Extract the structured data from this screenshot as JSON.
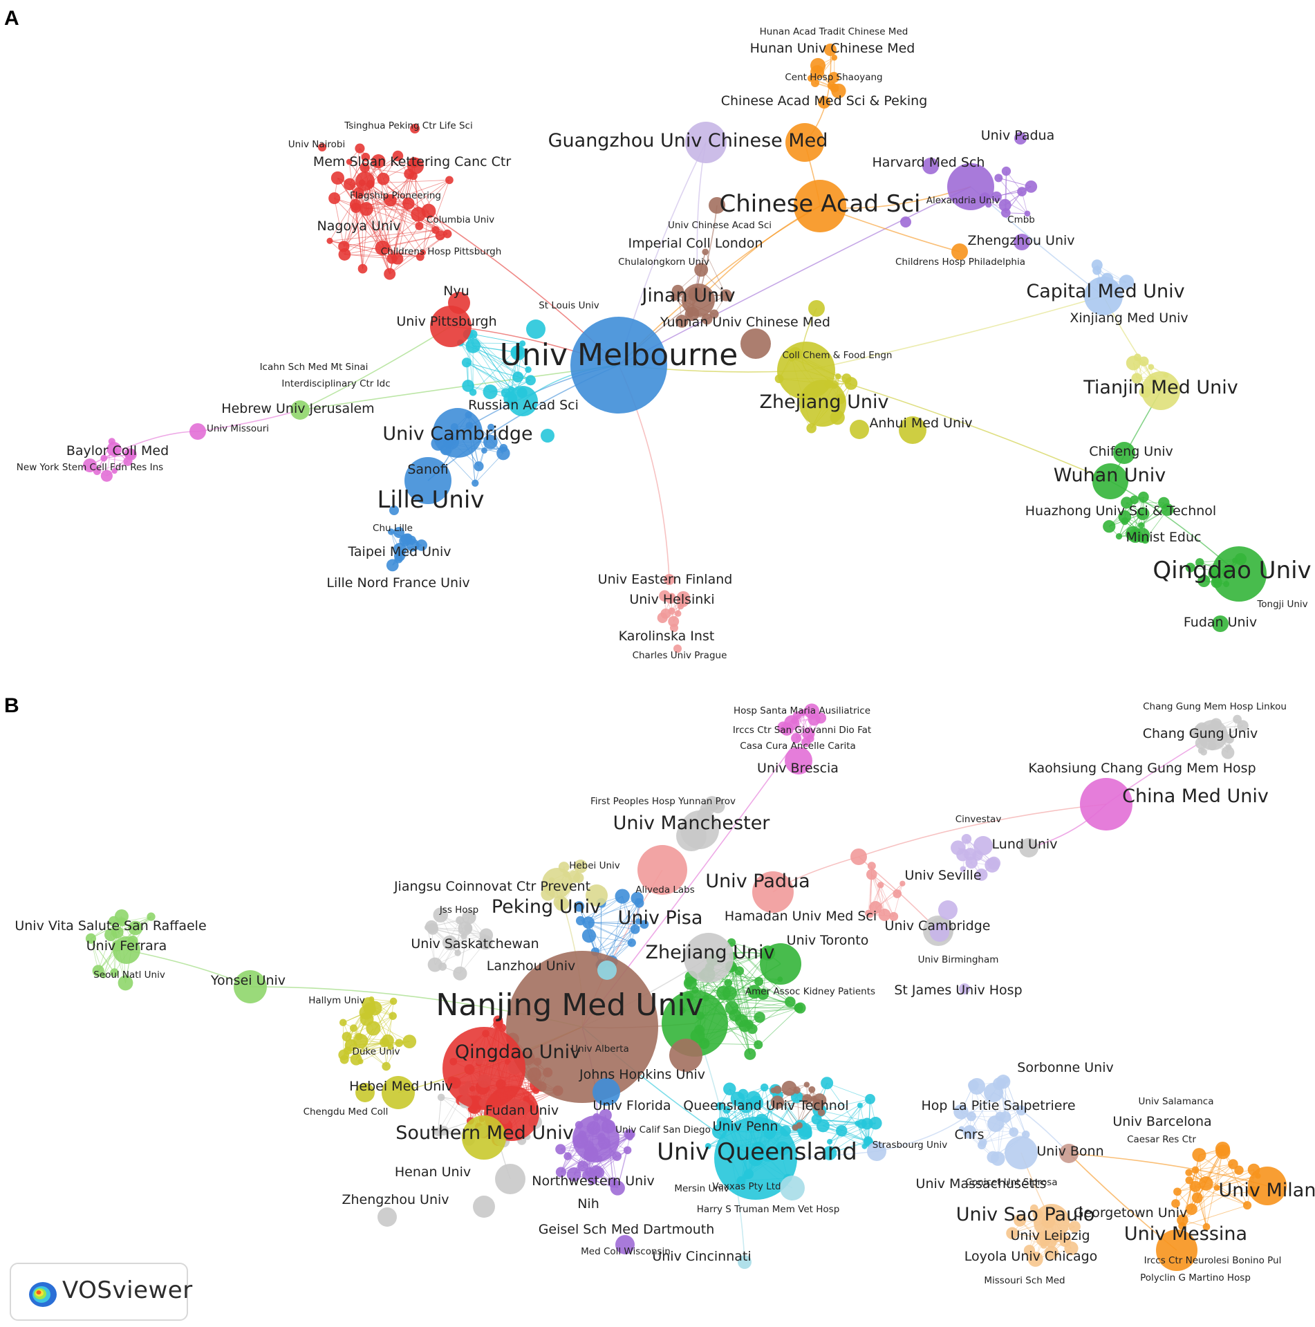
{
  "panels": [
    {
      "letter": "A",
      "colors": {
        "red": "#e53935",
        "orange": "#f7941d",
        "purple": "#9e6bd6",
        "blue": "#3f8ed8",
        "cyan": "#26c6da",
        "brown": "#a3705f",
        "yellow": "#c9c92e",
        "green": "#34b53a",
        "lightgreen": "#8fd66b",
        "pink": "#e26fd6",
        "salmon": "#f19a9a",
        "lavender": "#c7b6e6",
        "lightblue": "#aac8ef",
        "paleyellow": "#dfe07a"
      },
      "labels": [
        {
          "text": "Hunan Acad Tradit Chinese Med",
          "size": "s"
        },
        {
          "text": "Hunan Univ Chinese Med",
          "size": "m"
        },
        {
          "text": "Cent Hosp Shaoyang",
          "size": "s"
        },
        {
          "text": "Chinese Acad Med Sci & Peking",
          "size": "m"
        },
        {
          "text": "Guangzhou Univ Chinese Med",
          "size": "l"
        },
        {
          "text": "Univ Padua",
          "size": "m"
        },
        {
          "text": "Harvard Med Sch",
          "size": "m"
        },
        {
          "text": "Tsinghua Peking Ctr Life Sci",
          "size": "s"
        },
        {
          "text": "Univ Nairobi",
          "size": "s"
        },
        {
          "text": "Mem Sloan Kettering Canc Ctr",
          "size": "m"
        },
        {
          "text": "Flagship Pioneering",
          "size": "s"
        },
        {
          "text": "Columbia Univ",
          "size": "s"
        },
        {
          "text": "Nagoya Univ",
          "size": "m"
        },
        {
          "text": "Childrens Hosp Pittsburgh",
          "size": "s"
        },
        {
          "text": "Chinese Acad Sci",
          "size": "xl"
        },
        {
          "text": "Alexandria Univ",
          "size": "s"
        },
        {
          "text": "Cmbb",
          "size": "s"
        },
        {
          "text": "Univ Chinese Acad Sci",
          "size": "s"
        },
        {
          "text": "Imperial Coll London",
          "size": "m"
        },
        {
          "text": "Zhengzhou Univ",
          "size": "m"
        },
        {
          "text": "Chulalongkorn Univ",
          "size": "s"
        },
        {
          "text": "Childrens Hosp Philadelphia",
          "size": "s"
        },
        {
          "text": "Capital Med Univ",
          "size": "l"
        },
        {
          "text": "Nyu",
          "size": "m"
        },
        {
          "text": "Jinan Univ",
          "size": "l"
        },
        {
          "text": "St Louis Univ",
          "size": "s"
        },
        {
          "text": "Xinjiang Med Univ",
          "size": "m"
        },
        {
          "text": "Yunnan Univ Chinese Med",
          "size": "m"
        },
        {
          "text": "Univ Pittsburgh",
          "size": "m"
        },
        {
          "text": "Univ Melbourne",
          "size": "xxl"
        },
        {
          "text": "Coll Chem & Food Engn",
          "size": "s"
        },
        {
          "text": "Icahn Sch Med Mt Sinai",
          "size": "s"
        },
        {
          "text": "Interdisciplinary Ctr Idc",
          "size": "s"
        },
        {
          "text": "Tianjin Med Univ",
          "size": "l"
        },
        {
          "text": "Zhejiang Univ",
          "size": "l"
        },
        {
          "text": "Hebrew Univ Jerusalem",
          "size": "m"
        },
        {
          "text": "Russian Acad Sci",
          "size": "m"
        },
        {
          "text": "Anhui Med Univ",
          "size": "m"
        },
        {
          "text": "Univ Missouri",
          "size": "s"
        },
        {
          "text": "Univ Cambridge",
          "size": "l"
        },
        {
          "text": "Baylor Coll Med",
          "size": "m"
        },
        {
          "text": "Chifeng Univ",
          "size": "m"
        },
        {
          "text": "New York Stem Cell Fdn Res Ins",
          "size": "s"
        },
        {
          "text": "Sanofi",
          "size": "m"
        },
        {
          "text": "Wuhan Univ",
          "size": "l"
        },
        {
          "text": "Lille Univ",
          "size": "xl"
        },
        {
          "text": "Huazhong Univ Sci & Technol",
          "size": "m"
        },
        {
          "text": "Chu Lille",
          "size": "s"
        },
        {
          "text": "Minist Educ",
          "size": "m"
        },
        {
          "text": "Taipei Med Univ",
          "size": "m"
        },
        {
          "text": "Qingdao Univ",
          "size": "xl"
        },
        {
          "text": "Univ Eastern Finland",
          "size": "m"
        },
        {
          "text": "Lille Nord France Univ",
          "size": "m"
        },
        {
          "text": "Univ Helsinki",
          "size": "m"
        },
        {
          "text": "Tongji Univ",
          "size": "s"
        },
        {
          "text": "Fudan Univ",
          "size": "m"
        },
        {
          "text": "Karolinska Inst",
          "size": "m"
        },
        {
          "text": "Charles Univ Prague",
          "size": "s"
        }
      ]
    },
    {
      "letter": "B",
      "labels": [
        {
          "text": "Hosp Santa Maria Ausiliatrice",
          "size": "s"
        },
        {
          "text": "Chang Gung Mem Hosp Linkou",
          "size": "s"
        },
        {
          "text": "Irccs Ctr San Giovanni Dio Fat",
          "size": "s"
        },
        {
          "text": "Casa Cura Ancelle Carita",
          "size": "s"
        },
        {
          "text": "Chang Gung Univ",
          "size": "m"
        },
        {
          "text": "Univ Brescia",
          "size": "m"
        },
        {
          "text": "Kaohsiung Chang Gung Mem Hosp",
          "size": "m"
        },
        {
          "text": "First Peoples Hosp Yunnan Prov",
          "size": "s"
        },
        {
          "text": "China Med Univ",
          "size": "l"
        },
        {
          "text": "Cinvestav",
          "size": "s"
        },
        {
          "text": "Univ Manchester",
          "size": "l"
        },
        {
          "text": "Lund Univ",
          "size": "m"
        },
        {
          "text": "Hebei Univ",
          "size": "s"
        },
        {
          "text": "Univ Seville",
          "size": "m"
        },
        {
          "text": "Jiangsu Coinnovat Ctr Prevent",
          "size": "m"
        },
        {
          "text": "Aliveda Labs",
          "size": "s"
        },
        {
          "text": "Univ Padua",
          "size": "l"
        },
        {
          "text": "Jss Hosp",
          "size": "s"
        },
        {
          "text": "Peking Univ",
          "size": "l"
        },
        {
          "text": "Hamadan Univ Med Sci",
          "size": "m"
        },
        {
          "text": "Univ Vita Salute San Raffaele",
          "size": "m"
        },
        {
          "text": "Univ Pisa",
          "size": "l"
        },
        {
          "text": "Univ Cambridge",
          "size": "m"
        },
        {
          "text": "Univ Ferrara",
          "size": "m"
        },
        {
          "text": "Univ Toronto",
          "size": "m"
        },
        {
          "text": "Univ Saskatchewan",
          "size": "m"
        },
        {
          "text": "Univ Birmingham",
          "size": "s"
        },
        {
          "text": "Zhejiang Univ",
          "size": "l"
        },
        {
          "text": "Lanzhou Univ",
          "size": "m"
        },
        {
          "text": "Seoul Natl Univ",
          "size": "s"
        },
        {
          "text": "Yonsei Univ",
          "size": "m"
        },
        {
          "text": "Amer Assoc Kidney Patients",
          "size": "s"
        },
        {
          "text": "St James Univ Hosp",
          "size": "m"
        },
        {
          "text": "Hallym Univ",
          "size": "s"
        },
        {
          "text": "Nanjing Med Univ",
          "size": "xxl"
        },
        {
          "text": "Univ Alberta",
          "size": "s"
        },
        {
          "text": "Duke Univ",
          "size": "s"
        },
        {
          "text": "Qingdao Univ",
          "size": "l"
        },
        {
          "text": "Sorbonne Univ",
          "size": "m"
        },
        {
          "text": "Johns Hopkins Univ",
          "size": "m"
        },
        {
          "text": "Hebei Med Univ",
          "size": "m"
        },
        {
          "text": "Univ Salamanca",
          "size": "s"
        },
        {
          "text": "Univ Florida",
          "size": "m"
        },
        {
          "text": "Queensland Univ Technol",
          "size": "m"
        },
        {
          "text": "Hop La Pitie Salpetriere",
          "size": "m"
        },
        {
          "text": "Chengdu Med Coll",
          "size": "s"
        },
        {
          "text": "Fudan Univ",
          "size": "m"
        },
        {
          "text": "Univ Barcelona",
          "size": "m"
        },
        {
          "text": "Univ Penn",
          "size": "m"
        },
        {
          "text": "Univ Calif San Diego",
          "size": "s"
        },
        {
          "text": "Cnrs",
          "size": "m"
        },
        {
          "text": "Caesar Res Ctr",
          "size": "s"
        },
        {
          "text": "Southern Med Univ",
          "size": "l"
        },
        {
          "text": "Strasbourg Univ",
          "size": "s"
        },
        {
          "text": "Univ Queensland",
          "size": "xl"
        },
        {
          "text": "Univ Bonn",
          "size": "m"
        },
        {
          "text": "Henan Univ",
          "size": "m"
        },
        {
          "text": "Conicet Unt Siprosa",
          "size": "s"
        },
        {
          "text": "Northwestern Univ",
          "size": "m"
        },
        {
          "text": "Univ Massachusetts",
          "size": "m"
        },
        {
          "text": "Univ Milan",
          "size": "l"
        },
        {
          "text": "Mersin Univ",
          "size": "s"
        },
        {
          "text": "Vaxxas Pty Ltd",
          "size": "s"
        },
        {
          "text": "Zhengzhou Univ",
          "size": "m"
        },
        {
          "text": "Nih",
          "size": "m"
        },
        {
          "text": "Harry S Truman Mem Vet Hosp",
          "size": "s"
        },
        {
          "text": "Georgetown Univ",
          "size": "m"
        },
        {
          "text": "Univ Sao Paulo",
          "size": "l"
        },
        {
          "text": "Geisel Sch Med Dartmouth",
          "size": "m"
        },
        {
          "text": "Univ Messina",
          "size": "l"
        },
        {
          "text": "Univ Leipzig",
          "size": "m"
        },
        {
          "text": "Med Coll Wisconsin",
          "size": "s"
        },
        {
          "text": "Univ Cincinnati",
          "size": "m"
        },
        {
          "text": "Loyola Univ Chicago",
          "size": "m"
        },
        {
          "text": "Irccs Ctr Neurolesi Bonino Pul",
          "size": "s"
        },
        {
          "text": "Polyclin G Martino Hosp",
          "size": "s"
        },
        {
          "text": "Missouri Sch Med",
          "size": "s"
        }
      ]
    }
  ],
  "badge": {
    "text": "VOSviewer"
  }
}
